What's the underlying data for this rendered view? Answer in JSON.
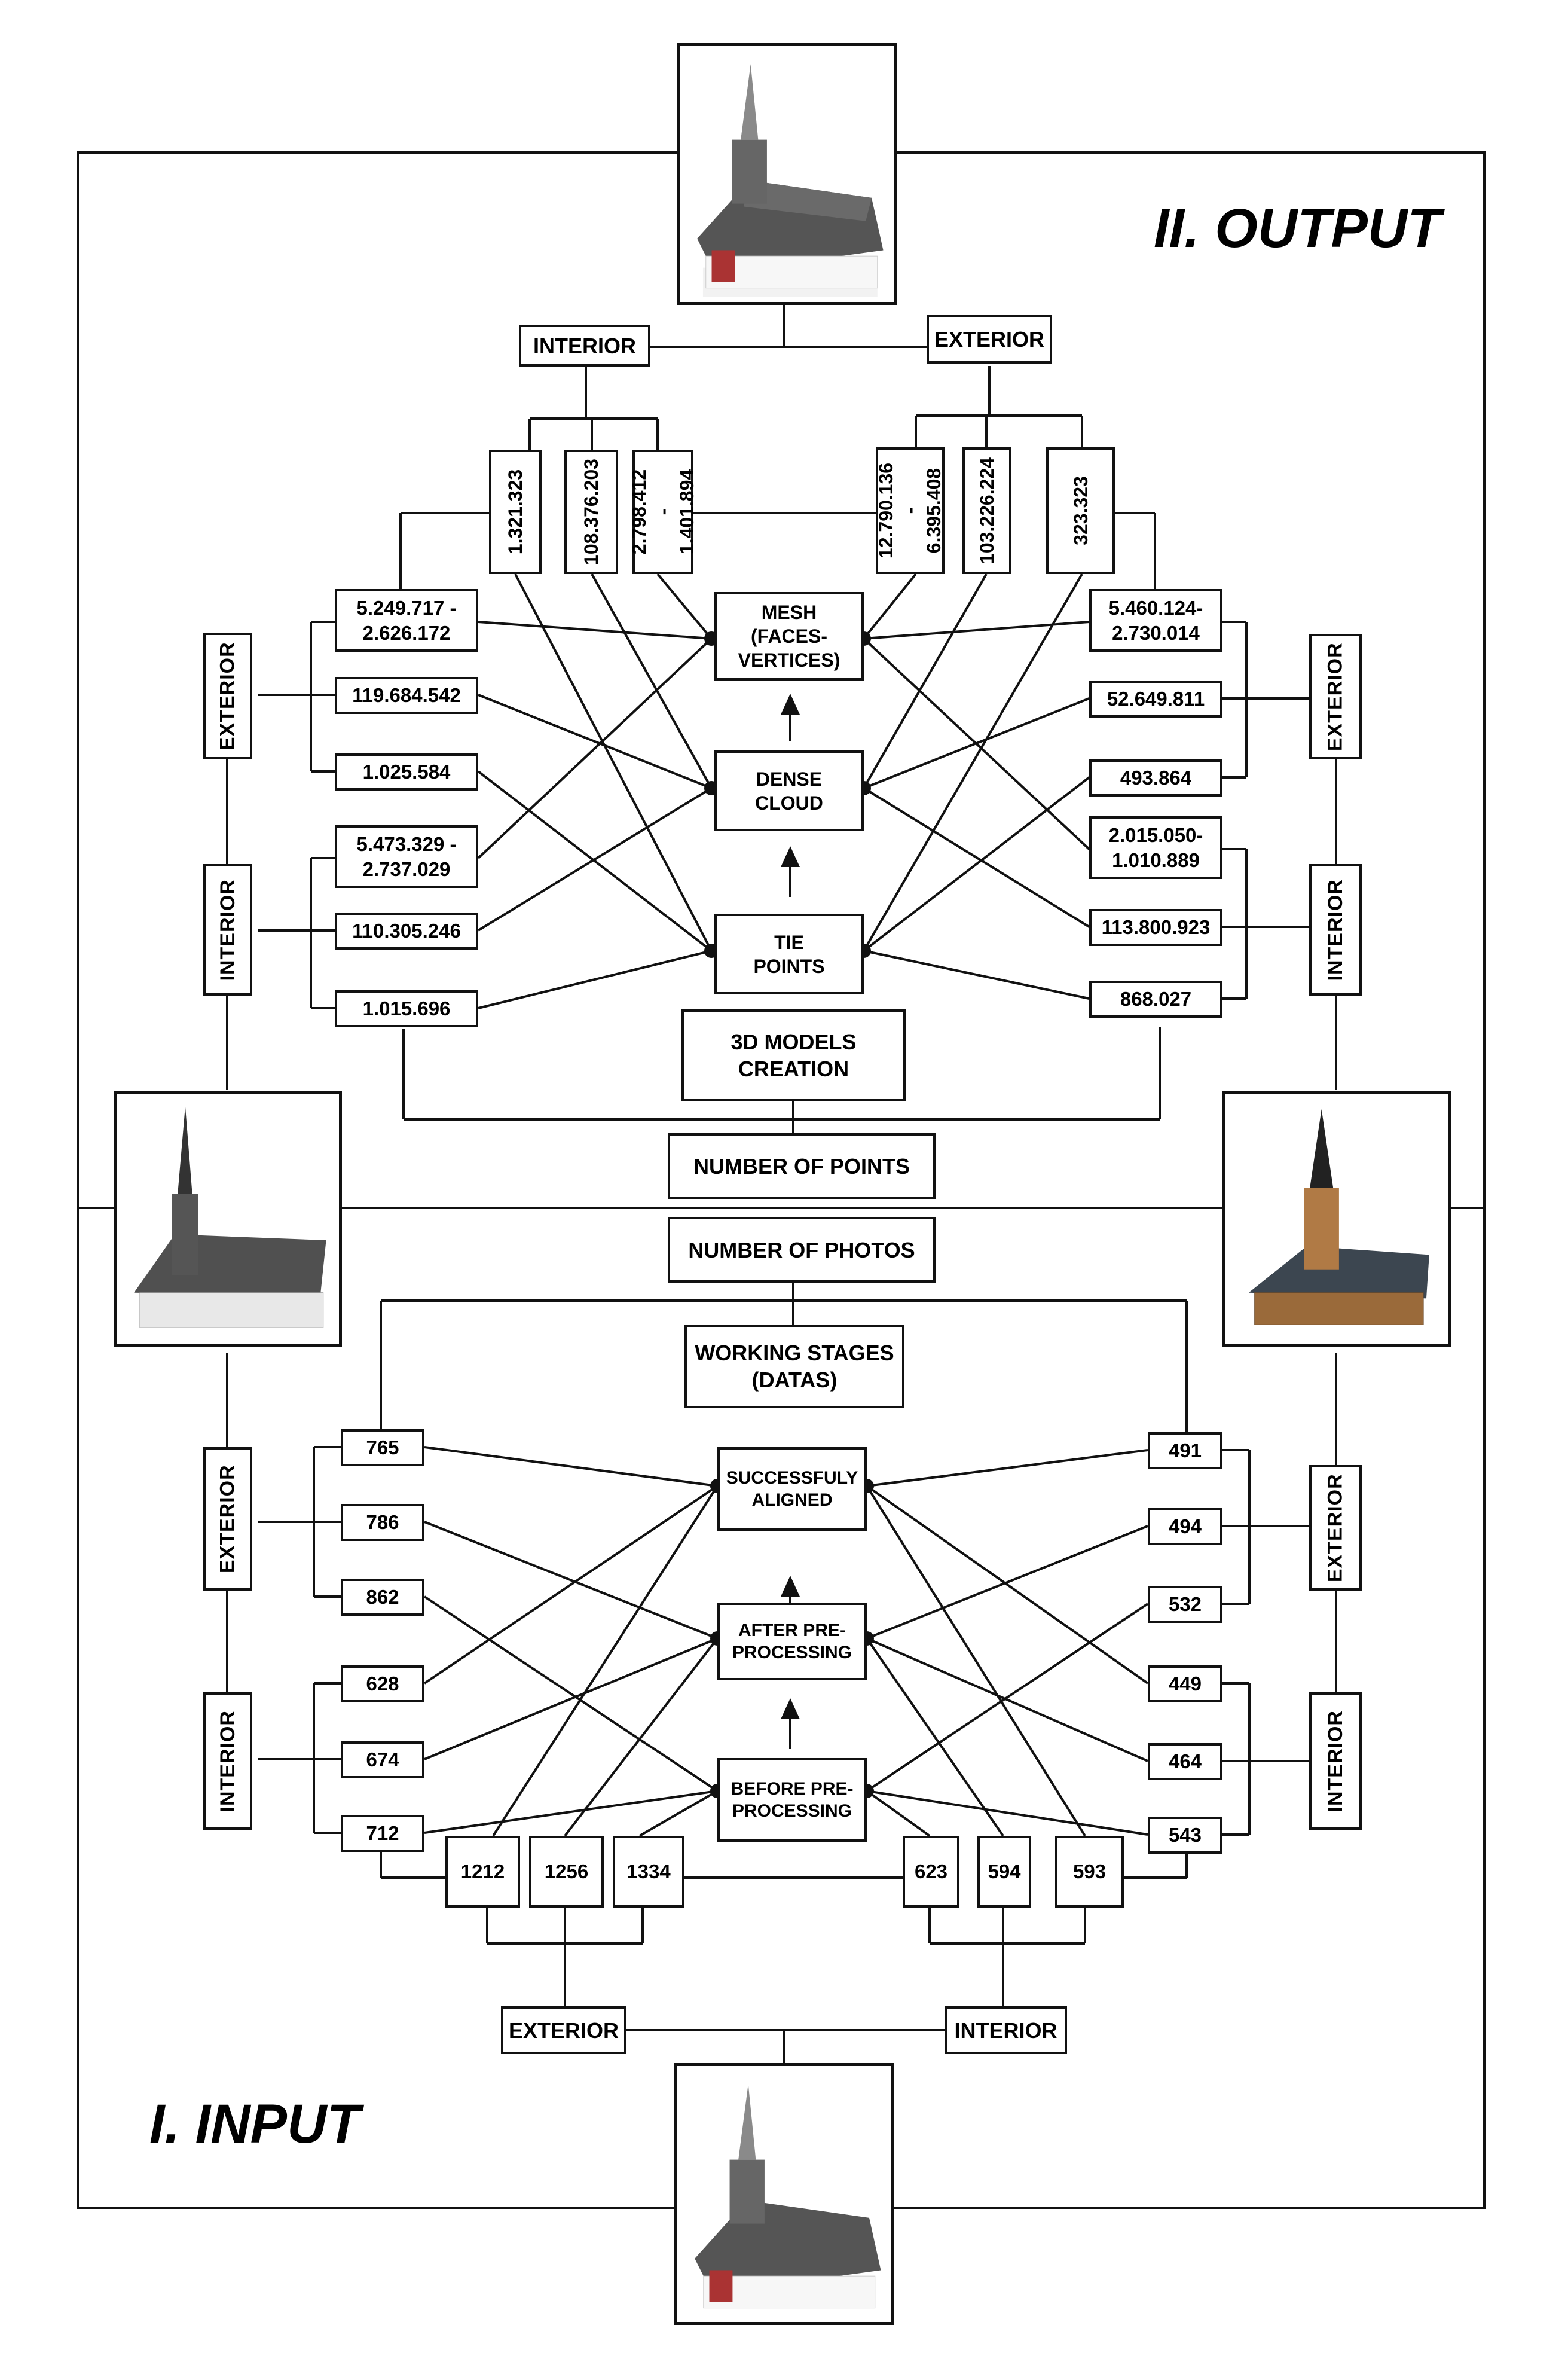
{
  "output": {
    "title": "II. OUTPUT",
    "interior_label": "INTERIOR",
    "exterior_label": "EXTERIOR",
    "top_interior_values": [
      "1.321.323",
      "108.376.203",
      "2.798.412 -\n1.401.894"
    ],
    "top_exterior_values": [
      "12.790.136 -\n6.395.408",
      "103.226.224",
      "323.323"
    ],
    "stages": [
      "MESH\n(FACES-\nVERTICES)",
      "DENSE\nCLOUD",
      "TIE\nPOINTS"
    ],
    "left_values": [
      "5.249.717 -\n2.626.172",
      "119.684.542",
      "1.025.584",
      "5.473.329 -\n2.737.029",
      "110.305.246",
      "1.015.696"
    ],
    "right_values": [
      "5.460.124-\n2.730.014",
      "52.649.811",
      "493.864",
      "2.015.050-\n1.010.889",
      "113.800.923",
      "868.027"
    ],
    "creation": "3D MODELS\nCREATION",
    "number_label": "NUMBER OF POINTS"
  },
  "input": {
    "title": "I. INPUT",
    "number_label": "NUMBER OF PHOTOS",
    "working": "WORKING STAGES\n(DATAS)",
    "stages": [
      "SUCCESSFULY\nALIGNED",
      "AFTER PRE-\nPROCESSING",
      "BEFORE PRE-\nPROCESSING"
    ],
    "left_values": [
      "765",
      "786",
      "862",
      "628",
      "674",
      "712"
    ],
    "right_values": [
      "491",
      "494",
      "532",
      "449",
      "464",
      "543"
    ],
    "bottom_exterior_values": [
      "1212",
      "1256",
      "1334"
    ],
    "bottom_interior_values": [
      "623",
      "594",
      "593"
    ],
    "exterior_label": "EXTERIOR",
    "interior_label": "INTERIOR"
  },
  "side_labels": {
    "left_out_exterior": "EXTERIOR",
    "left_out_interior": "INTERIOR",
    "right_out_exterior": "EXTERIOR",
    "right_out_interior": "INTERIOR",
    "left_in_exterior": "EXTERIOR",
    "left_in_interior": "INTERIOR",
    "right_in_exterior": "EXTERIOR",
    "right_in_interior": "INTERIOR"
  }
}
